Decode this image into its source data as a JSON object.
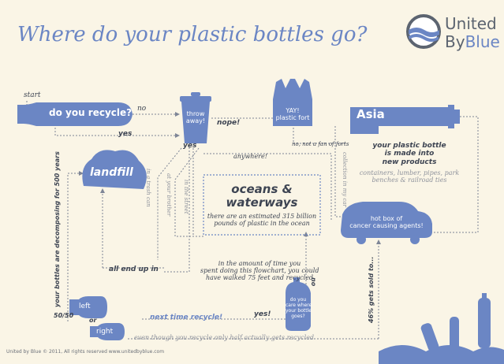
{
  "title": "Where do your plastic bottles go?",
  "logo": {
    "line1": "United",
    "line2a": "By",
    "line2b": "Blue"
  },
  "nodes": {
    "start": "start",
    "recycle": "do you recycle?",
    "throw_a": "throw",
    "throw_b": "away!",
    "fort_a": "YAY!",
    "fort_b": "plastic fort",
    "asia": "Asia",
    "landfill": "landfill",
    "oceans_a": "oceans &",
    "oceans_b": "waterways",
    "left": "left",
    "right": "right",
    "hotbox_a": "hot box of",
    "hotbox_b": "cancer causing agents!",
    "care_a": "do you",
    "care_b": "care where",
    "care_c": "your bottle",
    "care_d": "goes?"
  },
  "labels": {
    "no": "no",
    "yes1": "yes",
    "nope": "nope!",
    "yes2": "yes",
    "anywhere": "anywhere!",
    "not_fan": "no, not a fan of forts",
    "collection": "collection in my car",
    "gets_sold": "46% gets sold to...",
    "all_end": "all end up in",
    "decomposing": "your bottles are decomposing for 500 years",
    "trash_can": "in a trash can",
    "brother": "at your brother",
    "street": "in the street",
    "fifty": "50/50",
    "or": "or",
    "next_time": "next time recycle!",
    "yes3": "yes!",
    "no2": "no",
    "half": "even though you recycle only half actually gets recycled"
  },
  "texts": {
    "asia_a": "your plastic bottle",
    "asia_b": "is made into",
    "asia_c": "new products",
    "asia_d": "containers, lumber, pipes, park",
    "asia_e": "benches & railroad ties",
    "oceans_c": "there are an estimated 315 billion",
    "oceans_d": "pounds of plastic in the ocean",
    "time_a": "in the amount of time you",
    "time_b": "spent doing this flowchart, you could",
    "time_c": "have walked 75 feet and recycled"
  },
  "footer": "United by Blue © 2011, All rights reserved  www.unitedbyblue.com",
  "colors": {
    "accent": "#6b86c4",
    "background": "#faf5e6",
    "text": "#3d4452"
  }
}
